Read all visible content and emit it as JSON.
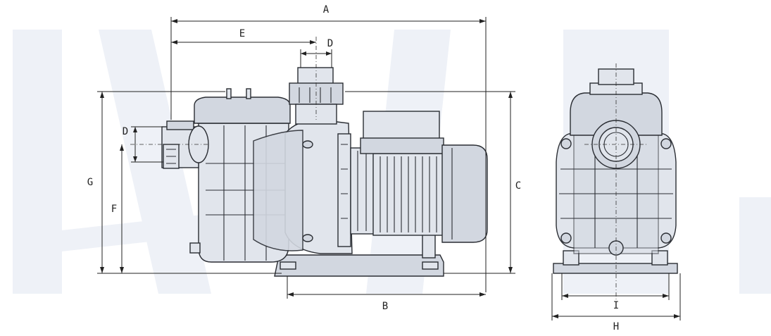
{
  "dimension_labels": {
    "a": "A",
    "b": "B",
    "c": "C",
    "d_top": "D",
    "d_side": "D",
    "e": "E",
    "f": "F",
    "g": "G",
    "h": "H",
    "i": "I"
  },
  "colors": {
    "line": "#2a2d33",
    "body_fill": "#e1e5ec",
    "watermark": "#eef1f7"
  }
}
